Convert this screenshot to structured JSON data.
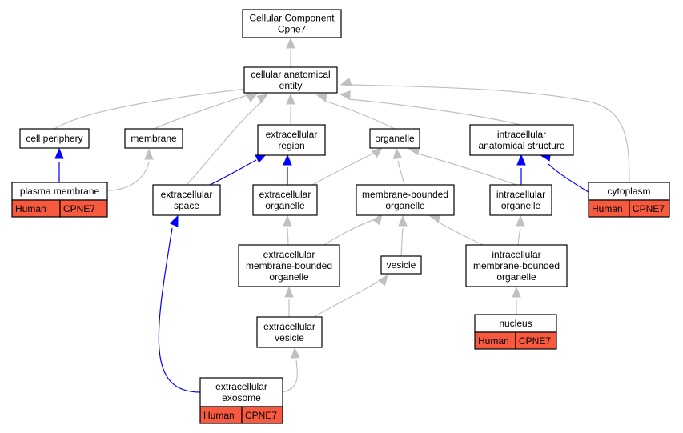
{
  "colors": {
    "gray_edge": "#c0c0c0",
    "blue_edge": "#0000ff",
    "annotation_fill": "#f85a40"
  },
  "nodes": {
    "root": {
      "lines": [
        "Cellular Component",
        "Cpne7"
      ]
    },
    "cae": {
      "lines": [
        "cellular anatomical",
        "entity"
      ]
    },
    "cell_periphery": {
      "lines": [
        "cell periphery"
      ]
    },
    "membrane": {
      "lines": [
        "membrane"
      ]
    },
    "extracellular_region": {
      "lines": [
        "extracellular",
        "region"
      ]
    },
    "organelle": {
      "lines": [
        "organelle"
      ]
    },
    "intracellular_anatomical_structure": {
      "lines": [
        "intracellular",
        "anatomical structure"
      ]
    },
    "plasma_membrane": {
      "lines": [
        "plasma membrane"
      ],
      "annotation": [
        "Human",
        "CPNE7"
      ]
    },
    "extracellular_space": {
      "lines": [
        "extracellular",
        "space"
      ]
    },
    "extracellular_organelle": {
      "lines": [
        "extracellular",
        "organelle"
      ]
    },
    "membrane_bounded_organelle": {
      "lines": [
        "membrane-bounded",
        "organelle"
      ]
    },
    "intracellular_organelle": {
      "lines": [
        "intracellular",
        "organelle"
      ]
    },
    "cytoplasm": {
      "lines": [
        "cytoplasm"
      ],
      "annotation": [
        "Human",
        "CPNE7"
      ]
    },
    "ec_membrane_bounded_organelle": {
      "lines": [
        "extracellular",
        "membrane-bounded",
        "organelle"
      ]
    },
    "vesicle": {
      "lines": [
        "vesicle"
      ]
    },
    "ic_membrane_bounded_organelle": {
      "lines": [
        "intracellular",
        "membrane-bounded",
        "organelle"
      ]
    },
    "extracellular_vesicle": {
      "lines": [
        "extracellular",
        "vesicle"
      ]
    },
    "nucleus": {
      "lines": [
        "nucleus"
      ],
      "annotation": [
        "Human",
        "CPNE7"
      ]
    },
    "extracellular_exosome": {
      "lines": [
        "extracellular",
        "exosome"
      ],
      "annotation": [
        "Human",
        "CPNE7"
      ]
    }
  },
  "edges": [
    {
      "from": "cae",
      "to": "root",
      "color": "gray"
    },
    {
      "from": "cell_periphery",
      "to": "cae",
      "color": "gray"
    },
    {
      "from": "membrane",
      "to": "cae",
      "color": "gray"
    },
    {
      "from": "extracellular_region",
      "to": "cae",
      "color": "gray"
    },
    {
      "from": "organelle",
      "to": "cae",
      "color": "gray"
    },
    {
      "from": "intracellular_anatomical_structure",
      "to": "cae",
      "color": "gray"
    },
    {
      "from": "extracellular_space",
      "to": "cae",
      "color": "gray"
    },
    {
      "from": "cytoplasm",
      "to": "cae",
      "color": "gray"
    },
    {
      "from": "plasma_membrane",
      "to": "cell_periphery",
      "color": "blue"
    },
    {
      "from": "plasma_membrane",
      "to": "membrane",
      "color": "gray"
    },
    {
      "from": "extracellular_space",
      "to": "extracellular_region",
      "color": "blue"
    },
    {
      "from": "extracellular_organelle",
      "to": "extracellular_region",
      "color": "blue"
    },
    {
      "from": "extracellular_organelle",
      "to": "organelle",
      "color": "gray"
    },
    {
      "from": "membrane_bounded_organelle",
      "to": "organelle",
      "color": "gray"
    },
    {
      "from": "intracellular_organelle",
      "to": "organelle",
      "color": "gray"
    },
    {
      "from": "intracellular_organelle",
      "to": "intracellular_anatomical_structure",
      "color": "blue"
    },
    {
      "from": "cytoplasm",
      "to": "intracellular_anatomical_structure",
      "color": "blue"
    },
    {
      "from": "ec_membrane_bounded_organelle",
      "to": "extracellular_organelle",
      "color": "gray"
    },
    {
      "from": "ec_membrane_bounded_organelle",
      "to": "membrane_bounded_organelle",
      "color": "gray"
    },
    {
      "from": "vesicle",
      "to": "membrane_bounded_organelle",
      "color": "gray"
    },
    {
      "from": "ic_membrane_bounded_organelle",
      "to": "membrane_bounded_organelle",
      "color": "gray"
    },
    {
      "from": "ic_membrane_bounded_organelle",
      "to": "intracellular_organelle",
      "color": "gray"
    },
    {
      "from": "extracellular_vesicle",
      "to": "ec_membrane_bounded_organelle",
      "color": "gray"
    },
    {
      "from": "extracellular_vesicle",
      "to": "vesicle",
      "color": "gray"
    },
    {
      "from": "nucleus",
      "to": "ic_membrane_bounded_organelle",
      "color": "gray"
    },
    {
      "from": "extracellular_exosome",
      "to": "extracellular_vesicle",
      "color": "gray"
    },
    {
      "from": "extracellular_exosome",
      "to": "extracellular_space",
      "color": "blue"
    }
  ]
}
